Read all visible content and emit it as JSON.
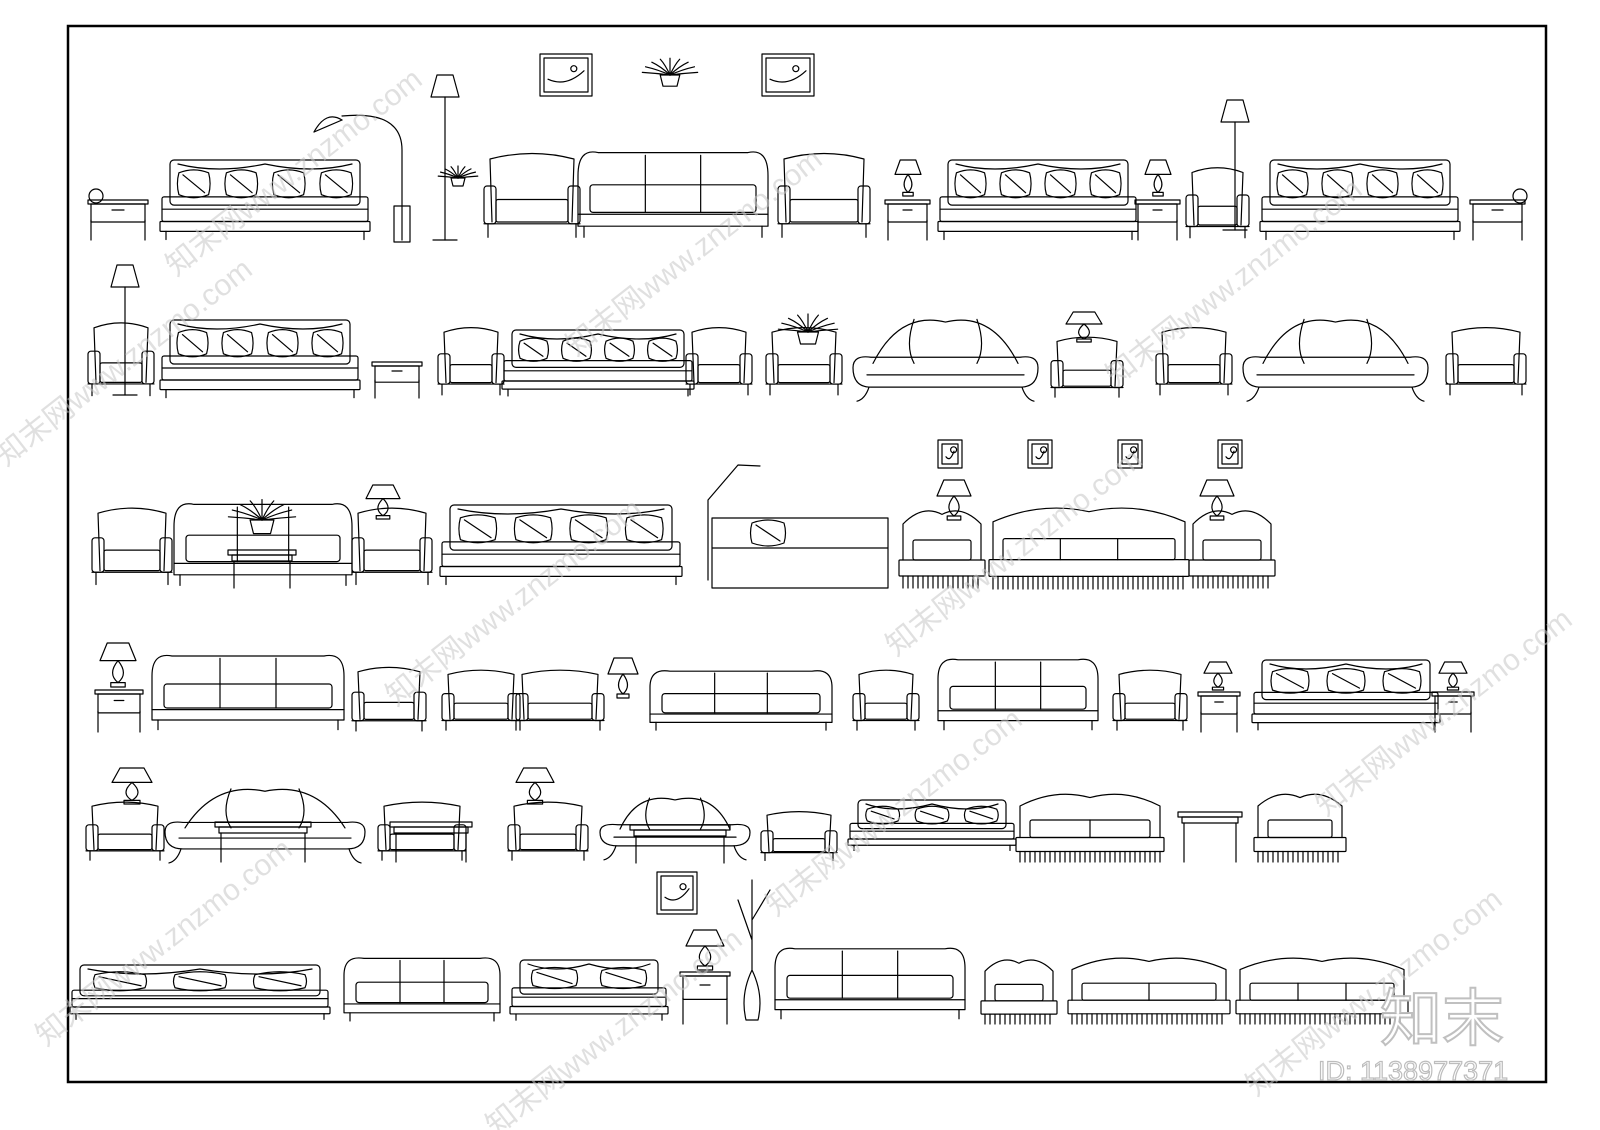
{
  "watermark": {
    "site_text": "知末网www.znzmo.com",
    "logo_text": "知末",
    "id_text": "ID: 1138977371"
  },
  "colors": {
    "line": "#000000",
    "background": "#ffffff",
    "watermark": "#c8c8c8"
  },
  "drawing": {
    "title": "",
    "rows": [
      {
        "items": [
          "end-table-lamp",
          "sofa-3-pillows",
          "arc-floor-lamp",
          "tall-floor-lamp-plant",
          "armchair-modern",
          "sofa-modern-3",
          "armchair-modern",
          "nightstand-lamp",
          "sofa-3-pillows",
          "nightstand-lamp",
          "chair-floor-lamp",
          "sofa-3-pillows",
          "end-table-lamp"
        ]
      },
      {
        "items": [
          "chair-floor-lamp",
          "sofa-3-pillows",
          "end-table-lamp",
          "armchair",
          "sofa-3-pillows",
          "armchair",
          "armchair-plant",
          "sofa-roll",
          "armchair-lamp",
          "armchair",
          "sofa-roll",
          "armchair"
        ]
      },
      {
        "items": [
          "armchair",
          "sofa-plant",
          "armchair-lamp",
          "sofa-corner",
          "reading-lamp-daybed",
          "armchair-skirt",
          "sofa-skirt",
          "armchair-skirt"
        ]
      },
      {
        "items": [
          "side-table-lamp",
          "sofa-3",
          "tub-chair",
          "armchair",
          "armchair",
          "table-lamp",
          "sofa-long",
          "armchair",
          "sofa-leather",
          "armchair",
          "nightstand-lamp",
          "sofa-cushions",
          "nightstand-lamp"
        ]
      },
      {
        "items": [
          "armchair-lamp",
          "sofa-coffee-table",
          "armchair-flowers",
          "armchair-lamp",
          "sofa-carved",
          "chaise",
          "sofa-throw",
          "side-table",
          "armchair-throw"
        ]
      },
      {
        "items": [
          "sectional",
          "sofa-3",
          "sofa-2",
          "side-table-lamp",
          "vase-branches",
          "sofa-camelback",
          "armchair-skirt",
          "sofa-skirt",
          "sofa-skirt"
        ]
      }
    ]
  }
}
